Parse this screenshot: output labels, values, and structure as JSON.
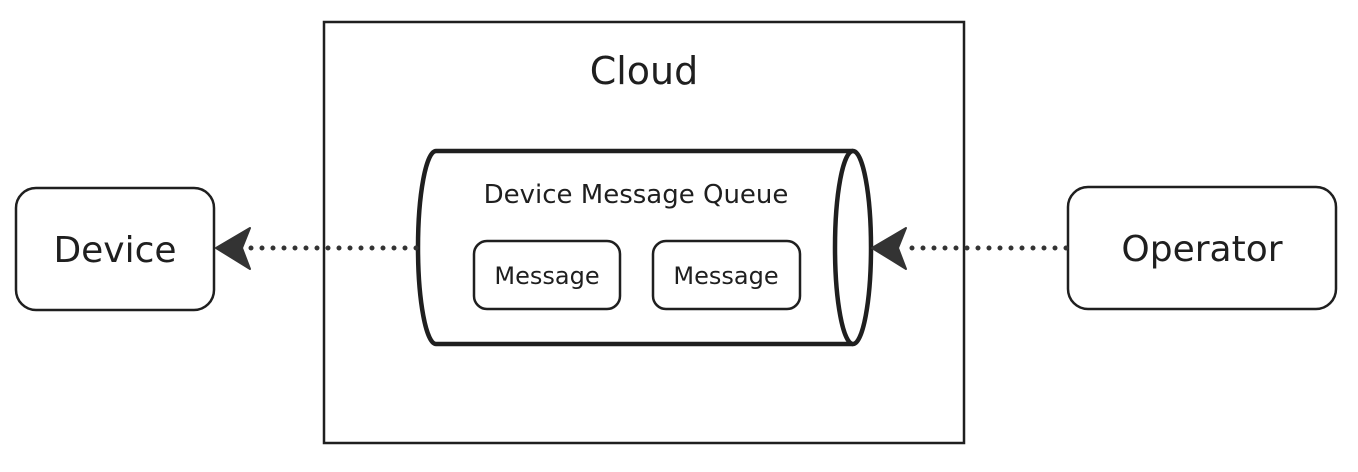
{
  "diagram": {
    "nodes": {
      "device": {
        "label": "Device"
      },
      "cloud": {
        "label": "Cloud"
      },
      "queue": {
        "label": "Device Message Queue"
      },
      "message_1": {
        "label": "Message"
      },
      "message_2": {
        "label": "Message"
      },
      "operator": {
        "label": "Operator"
      }
    },
    "edges": [
      {
        "from": "queue",
        "to": "device",
        "style": "dotted"
      },
      {
        "from": "operator",
        "to": "queue",
        "style": "dotted"
      }
    ]
  }
}
